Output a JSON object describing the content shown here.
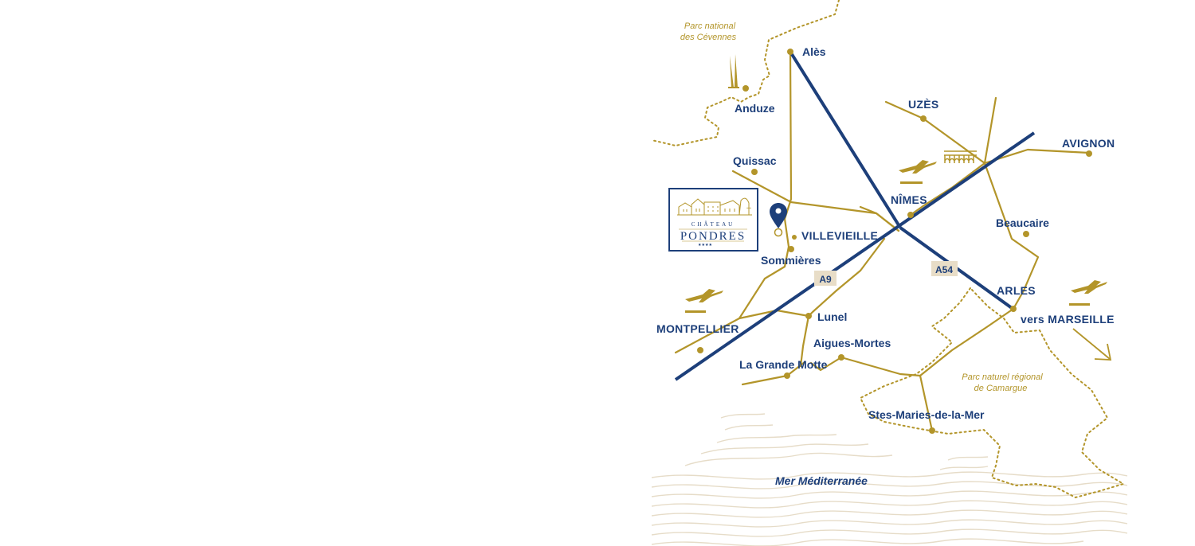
{
  "colors": {
    "gold": "#b3952a",
    "navy": "#1d3f7a",
    "sea": "#e6dcc8",
    "road_badge": "#e8ddc7"
  },
  "map": {
    "region_labels": {
      "cevennes": [
        "Parc national",
        "des Cévennes"
      ],
      "camargue": [
        "Parc naturel régional",
        "de Camargue"
      ],
      "sea": "Mer Méditerranée"
    },
    "cities": {
      "ales": "Alès",
      "anduze": "Anduze",
      "quissac": "Quissac",
      "uzes": "UZÈS",
      "avignon": "AVIGNON",
      "nimes": "NÎMES",
      "villevieille": "VILLEVIEILLE",
      "sommieres": "Sommières",
      "beaucaire": "Beaucaire",
      "arles": "ARLES",
      "vers_marseille": "vers MARSEILLE",
      "montpellier": "MONTPELLIER",
      "lunel": "Lunel",
      "aigues_mortes": "Aigues-Mortes",
      "la_grande_motte": "La Grande Motte",
      "stes_maries": "Stes-Maries-de-la-Mer"
    },
    "roads": {
      "a9": "A9",
      "a54": "A54"
    },
    "logo": {
      "top": "CHÂTEAU",
      "name": "PONDRES",
      "stars": "★★★★"
    },
    "icons": [
      "airplane-icon",
      "location-pin-icon",
      "aqueduct-icon",
      "cypress-icon",
      "arrow-icon"
    ]
  }
}
